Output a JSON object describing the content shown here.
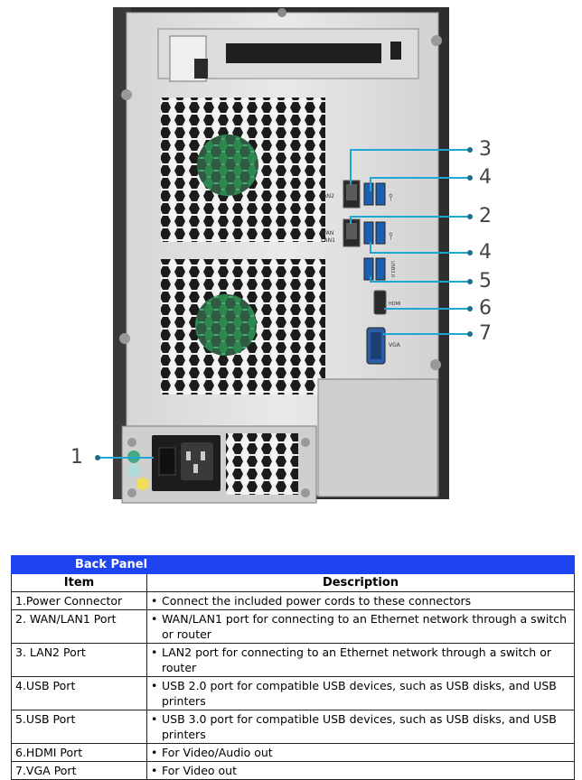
{
  "figure": {
    "chassis_labels": {
      "lan2": "LAN2",
      "wan_lan1": [
        "WAN",
        "LAN1"
      ],
      "usb3": "USB3.0",
      "hdmi": "HDMI",
      "vga": "VGA"
    },
    "callouts": [
      "3",
      "4",
      "2",
      "4",
      "5",
      "6",
      "7",
      "1"
    ]
  },
  "table": {
    "title": "Back Panel",
    "headers": {
      "item": "Item",
      "description": "Description"
    },
    "rows": [
      {
        "item": "1.Power Connector",
        "description": "Connect the included power cords to these connectors"
      },
      {
        "item": "2. WAN/LAN1 Port",
        "description": "WAN/LAN1 port for connecting to an Ethernet network through a switch or router"
      },
      {
        "item": "3. LAN2 Port",
        "description": "LAN2 port for connecting to an Ethernet network through a switch or router"
      },
      {
        "item": "4.USB Port",
        "description": "USB 2.0 port for compatible USB devices, such as USB disks, and USB printers"
      },
      {
        "item": "5.USB Port",
        "description": "USB 3.0 port for compatible USB devices, such as USB disks, and USB printers"
      },
      {
        "item": "6.HDMI Port",
        "description": "For Video/Audio out"
      },
      {
        "item": "7.VGA Port",
        "description": "For Video out"
      }
    ]
  }
}
